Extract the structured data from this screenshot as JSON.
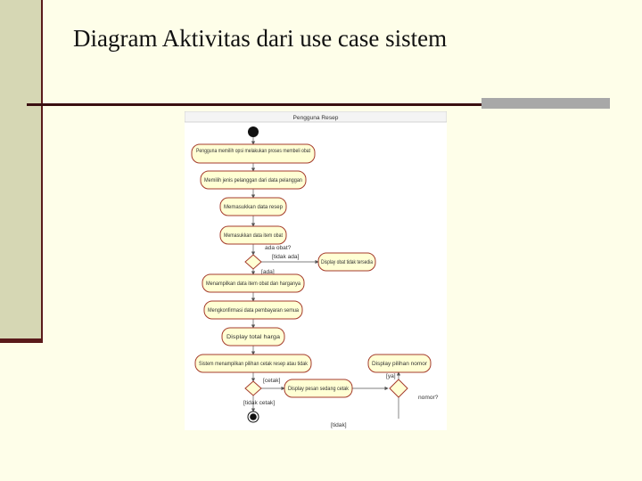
{
  "slide": {
    "title": "Diagram Aktivitas dari use case sistem"
  },
  "diagram": {
    "swimlane": "Pengguna Resep",
    "activities": [
      "Pengguna memilih opsi melakukan proses membeli obat",
      "Memilih jenis pelanggan dari data pelanggan",
      "Memasukkan data resep",
      "Memasukkan data item obat",
      "Display obat tidak tersedia",
      "Menampilkan data item obat dan harganya",
      "Mengkonfirmasi data pembayaran semua",
      "Display total harga",
      "Sistem menampilkan pilihan cetak resep atau tidak",
      "Display pilihan nomor",
      "Display pesan sedang cetak"
    ],
    "guards": {
      "ada_obat": "ada obat?",
      "tidak_ada": "[tidak ada]",
      "ada": "[ada]",
      "cetak": "[cetak]",
      "tidak_cetak": "[tidak cetak]",
      "ya": "[ya]",
      "tidak": "[tidak]",
      "nomor": "nomor?"
    }
  }
}
